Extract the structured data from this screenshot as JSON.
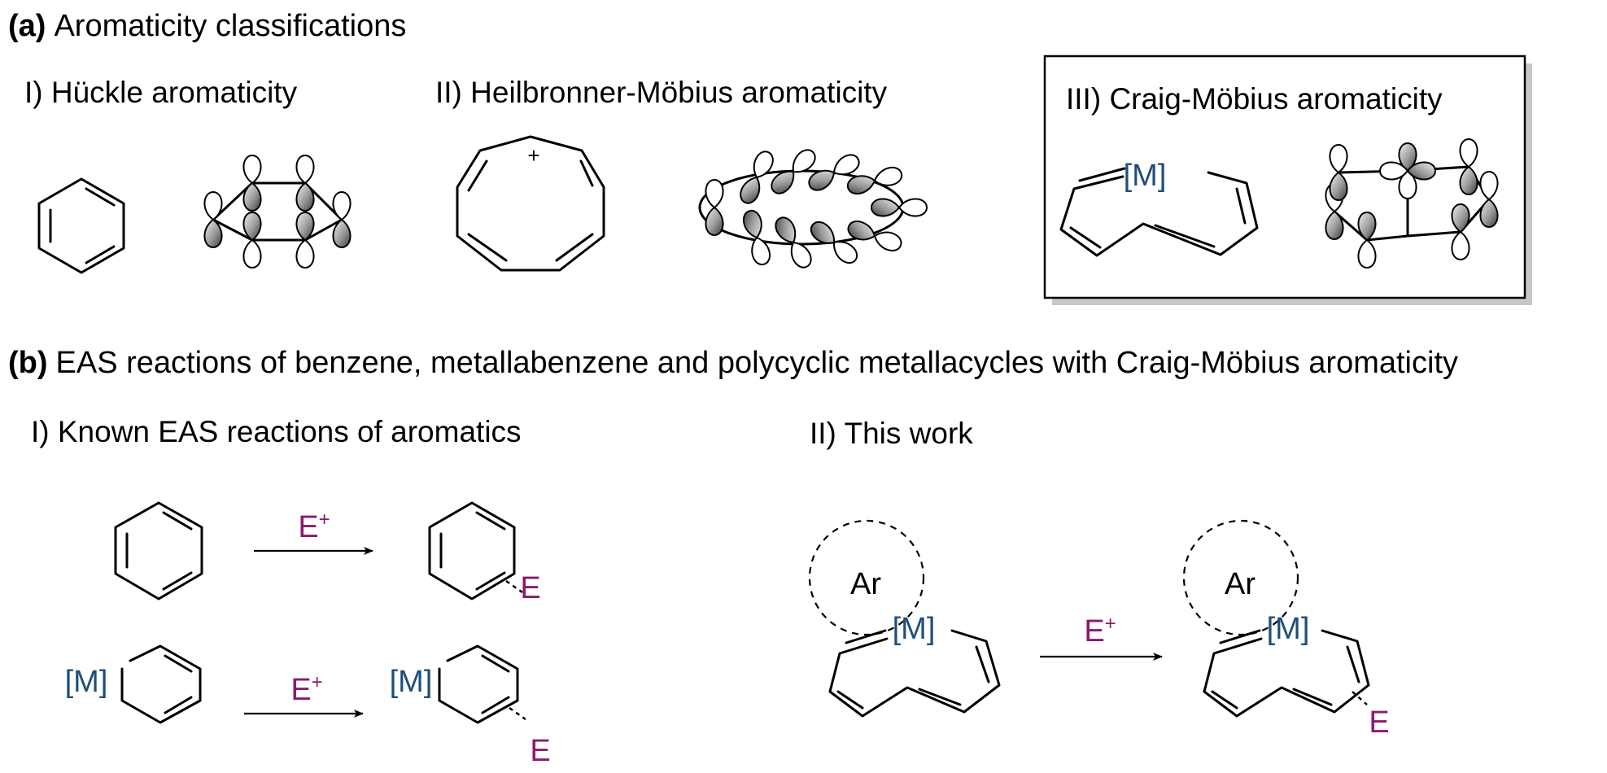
{
  "panel_a": {
    "tag": "(a)",
    "title": "Aromaticity classifications",
    "sections": [
      {
        "label": "I) Hückle aromaticity"
      },
      {
        "label": "II) Heilbronner-Möbius aromaticity",
        "charge": "+"
      },
      {
        "label": "III) Craig-Möbius aromaticity",
        "metal": "[M]",
        "boxed": true
      }
    ]
  },
  "panel_b": {
    "tag": "(b)",
    "title": "EAS reactions of benzene, metallabenzene and polycyclic metallacycles with Craig-Möbius aromaticity",
    "known": {
      "label": "I) Known EAS reactions of aromatics",
      "reagent": "E+",
      "product_substituent": "E",
      "metal": "[M]"
    },
    "this_work": {
      "label": "II) This work",
      "aryl": "Ar",
      "metal": "[M]",
      "reagent": "E+",
      "product_substituent": "E"
    }
  },
  "colors": {
    "metal": "#1f4e79",
    "electrophile": "#8b1a6b",
    "text": "#000000",
    "box_shadow": "#c8c8c8"
  }
}
